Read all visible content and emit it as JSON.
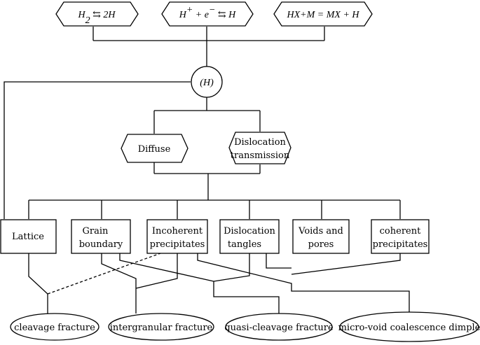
{
  "reactions": {
    "r1": {
      "a": "H",
      "a_sub": "2",
      "op": " ⇆ 2",
      "b": "H"
    },
    "r2": {
      "a": "H",
      "a_sup": "+",
      "mid": " + ",
      "e": "e",
      "e_sup": "−",
      "op": " ⇆ ",
      "b": "H"
    },
    "r3": {
      "lead": "HX+",
      "m1": "M",
      "eq": " = ",
      "m2": "MX",
      "plus": " + ",
      "b": "H"
    }
  },
  "hub": {
    "open": "(",
    "sym": "H",
    "close": ")"
  },
  "mechanisms": {
    "diffuse": "Diffuse",
    "dislocation_line1": "Dislocation",
    "dislocation_line2": "transmission"
  },
  "traps": {
    "lattice": "Lattice",
    "grain_line1": "Grain",
    "grain_line2": "boundary",
    "incoherent_line1": "Incoherent",
    "incoherent_line2": "precipitates",
    "tangles_line1": "Dislocation",
    "tangles_line2": "tangles",
    "voids_line1": "Voids and",
    "voids_line2": "pores",
    "coherent_line1": "coherent",
    "coherent_line2": "precipitates"
  },
  "fractures": {
    "cleavage": "cleavage fracture",
    "intergranular": "intergranular fracture",
    "quasi": "quasi-cleavage fracture",
    "microvoid": "micro-void coalescence dimple"
  }
}
